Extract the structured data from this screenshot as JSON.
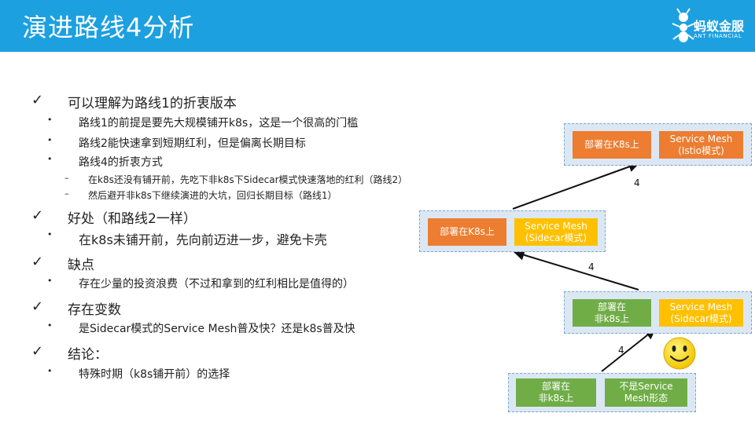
{
  "header": {
    "title": "演进路线4分析"
  },
  "logo": {
    "cn": "蚂蚁金服",
    "en": "ANT FINANCIAL"
  },
  "bullets": {
    "check_mark": "✓",
    "bullet_mark": "•",
    "dash_mark": "–",
    "l1_1": "可以理解为路线1的折衷版本",
    "l2_1": "路线1的前提是要先大规模铺开k8s，这是一个很高的门槛",
    "l2_2": "路线2能快速拿到短期红利，但是偏离长期目标",
    "l2_3": "路线4的折衷方式",
    "l3_1": "在k8s还没有铺开前，先吃下非k8s下Sidecar模式快速落地的红利（路线2）",
    "l3_2": "然后避开非k8s下继续演进的大坑，回归长期目标（路线1）",
    "l1_2": "好处（和路线2一样）",
    "l2_4": "在k8s未铺开前，先向前迈进一步，避免卡壳",
    "l1_3": "缺点",
    "l2_5": "存在少量的投资浪费（不过和拿到的红利相比是值得的）",
    "l1_4": "存在变数",
    "l2_6": "是Sidecar模式的Service Mesh普及快？还是k8s普及快",
    "l1_5": "结论：",
    "l2_7": "特殊时期（k8s铺开前）的选择"
  },
  "diagram": {
    "g1": {
      "left": "部署在K8s上",
      "right_1": "Service Mesh",
      "right_2": "(Istio模式)"
    },
    "g2": {
      "left": "部署在K8s上",
      "right_1": "Service Mesh",
      "right_2": "(Sidecar模式)"
    },
    "g3": {
      "left_1": "部署在",
      "left_2": "非k8s上",
      "right_1": "Service Mesh",
      "right_2": "(Sidecar模式)"
    },
    "g4": {
      "left_1": "部署在",
      "left_2": "非k8s上",
      "right_1": "不是Service",
      "right_2": "Mesh形态"
    },
    "arrow_labels": [
      "4",
      "4",
      "4"
    ]
  },
  "colors": {
    "header": "#1ca0e0",
    "orange": "#ec7d31",
    "yellow": "#ffc000",
    "green": "#70ad47",
    "group_bg": "#dbe8f4"
  }
}
